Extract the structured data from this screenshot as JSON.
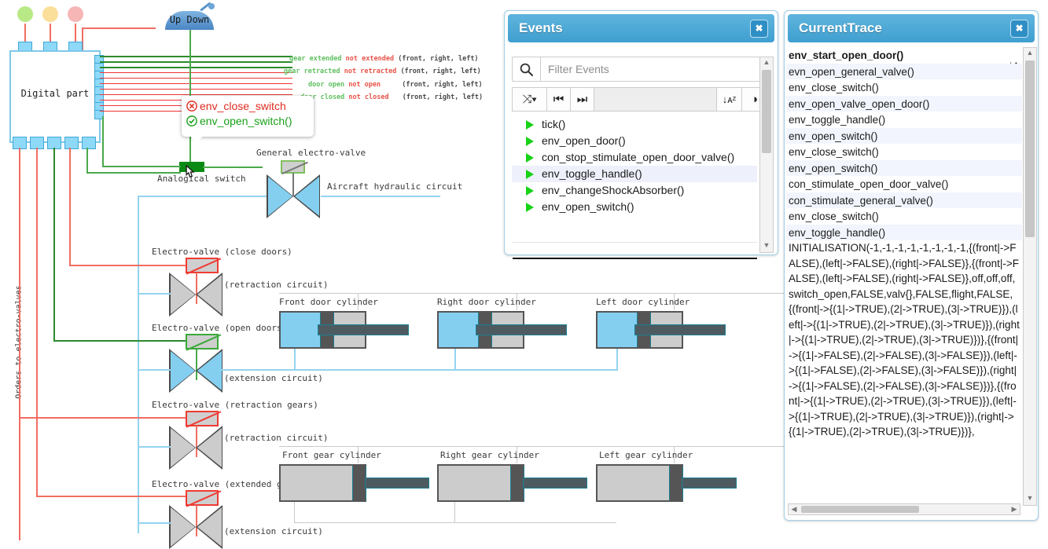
{
  "diagram": {
    "digital_part_label": "Digital part",
    "handle_label": "Up Down",
    "analogical_switch_label": "Analogical switch",
    "general_valve_label": "General electro-valve",
    "hydraulic_circuit_label": "Aircraft hydraulic circuit",
    "orders_label": "Orders to electro-valves",
    "signals": [
      {
        "green": "gear extended",
        "red": "not extended",
        "suffix": "(front, right, left)"
      },
      {
        "green": "gear retracted",
        "red": "not retracted",
        "suffix": "(front, right, left)"
      },
      {
        "green": "door open",
        "red": "not open",
        "suffix": "(front, right, left)"
      },
      {
        "green": "door closed",
        "red": "not closed",
        "suffix": "(front, right, left)"
      }
    ],
    "tooltip": {
      "line1": "env_close_switch",
      "line2": "env_open_switch()",
      "line1_color": "#e02b20",
      "line2_color": "#17a017"
    },
    "valves": [
      {
        "label": "Electro-valve (close doors)",
        "circuit": "(retraction circuit)",
        "state": "red"
      },
      {
        "label": "Electro-valve (open doors)",
        "circuit": "(extension circuit)",
        "state": "green"
      },
      {
        "label": "Electro-valve (retraction gears)",
        "circuit": "(retraction circuit)",
        "state": "red"
      },
      {
        "label": "Electro-valve (extended gears)",
        "circuit": "(extension circuit)",
        "state": "red"
      }
    ],
    "door_cylinders": [
      "Front door cylinder",
      "Right door cylinder",
      "Left door cylinder"
    ],
    "gear_cylinders": [
      "Front gear cylinder",
      "Right gear cylinder",
      "Left gear cylinder"
    ],
    "status_lights": [
      "#b8e986",
      "#fadf9a",
      "#f7b6b6"
    ]
  },
  "events_panel": {
    "title": "Events",
    "close_label": "✖",
    "search_placeholder": "Filter Events",
    "toolbar": {
      "random_label": "⤨▾",
      "first_label": "⏮",
      "last_label": "⏭",
      "sort_label": "↓ᴀᶻ",
      "visibility_label": "◑"
    },
    "items": [
      {
        "label": "tick()",
        "selected": false
      },
      {
        "label": "env_open_door()",
        "selected": false
      },
      {
        "label": "con_stop_stimulate_open_door_valve()",
        "selected": false
      },
      {
        "label": "env_toggle_handle()",
        "selected": true
      },
      {
        "label": "env_changeShockAbsorber()",
        "selected": false
      },
      {
        "label": "env_open_switch()",
        "selected": false
      }
    ]
  },
  "trace_panel": {
    "title": "CurrentTrace",
    "close_label": "✖",
    "sort_icon_label": "↓↑",
    "rows": [
      "env_start_open_door()",
      "evn_open_general_valve()",
      "env_close_switch()",
      "env_open_valve_open_door()",
      "env_toggle_handle()",
      "env_open_switch()",
      "env_close_switch()",
      "env_open_switch()",
      "con_stimulate_open_door_valve()",
      "con_stimulate_general_valve()",
      "env_close_switch()",
      "env_toggle_handle()"
    ],
    "initialisation_text": "INITIALISATION(-1,-1,-1,-1,-1,-1,-1,-1,{(front|->FALSE),(left|->FALSE),(right|->FALSE)},{(front|->FALSE),(left|->FALSE),(right|->FALSE)},off,off,off,switch_open,FALSE,valv{},FALSE,flight,FALSE,{(front|->{(1|->TRUE),(2|->TRUE),(3|->TRUE)}),(left|->{(1|->TRUE),(2|->TRUE),(3|->TRUE)}),(right|->{(1|->TRUE),(2|->TRUE),(3|->TRUE)})},{(front|->{(1|->FALSE),(2|->FALSE),(3|->FALSE)}),(left|->{(1|->FALSE),(2|->FALSE),(3|->FALSE)}),(right|->{(1|->FALSE),(2|->FALSE),(3|->FALSE)})},{(front|->{(1|->TRUE),(2|->TRUE),(3|->TRUE)}),(left|->{(1|->TRUE),(2|->TRUE),(3|->TRUE)}),(right|->{(1|->TRUE),(2|->TRUE),(3|->TRUE)})},"
  },
  "colors": {
    "panel_header_top": "#5fb4dd",
    "panel_header_bottom": "#3f9fd0",
    "wire_red": "#f16d63",
    "wire_green": "#4aa94a",
    "wire_blue": "#93d4f0",
    "valve_blue": "#84cff0",
    "valve_gray": "#cccccc"
  }
}
